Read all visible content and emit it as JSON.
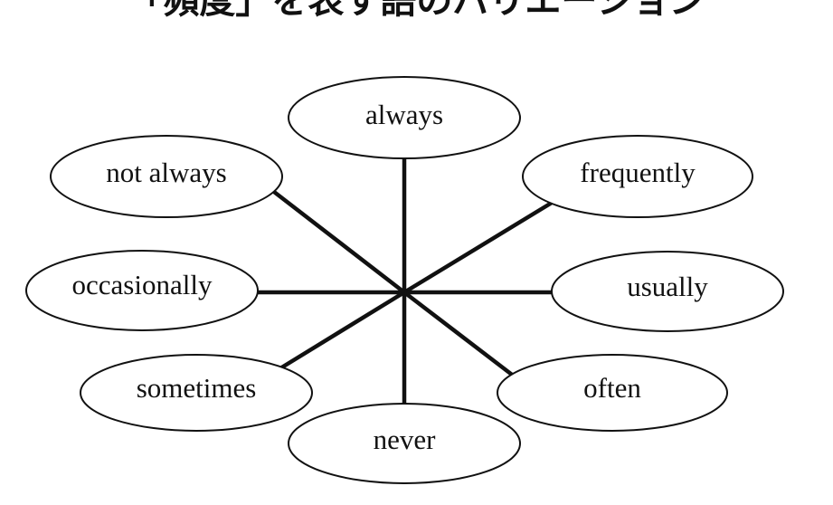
{
  "title": "「頻度」を表す語のバリエーション",
  "center_label": "",
  "nodes": [
    {
      "label": "always"
    },
    {
      "label": "frequently"
    },
    {
      "label": "usually"
    },
    {
      "label": "often"
    },
    {
      "label": "never"
    },
    {
      "label": "sometimes"
    },
    {
      "label": "occasionally"
    },
    {
      "label": "not always"
    }
  ],
  "colors": {
    "stroke": "#111111",
    "background": "#ffffff"
  }
}
